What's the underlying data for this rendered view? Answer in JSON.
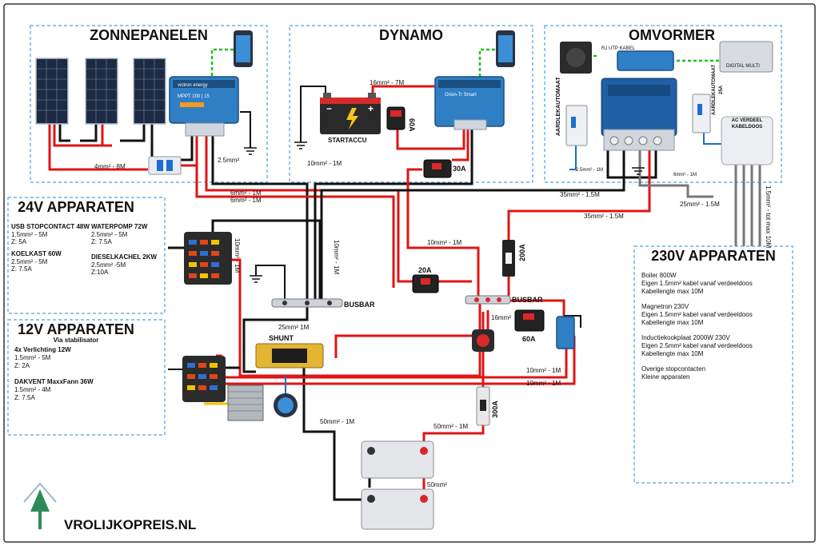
{
  "brand": {
    "name": "VROLIJKOPREIS.NL"
  },
  "sections": {
    "solar": "ZONNEPANELEN",
    "dynamo": "DYNAMO",
    "inverter": "OMVORMER",
    "v24": "24V APPARATEN",
    "v12": "12V APPARATEN",
    "v12_sub": "Via stabilisator",
    "v230": "230V APPARATEN"
  },
  "devices": {
    "startaccu": "STARTACCU",
    "busbar_left": "BUSBAR",
    "busbar_right": "BUSBAR",
    "shunt": "SHUNT",
    "rj_cable": "RJ UTP KABEL",
    "digital_multi": "DIGITAL MULTI",
    "ac_box_1": "AC VERDEEL",
    "ac_box_2": "KABELDOOS",
    "aardlek_left": "AARDLEKAUTOMAAT",
    "aardlek_right": "AARDLEKAUTOMAAT",
    "aardlek_right_amp": "25A",
    "mppt_brand": "victron energy",
    "mppt_name": "MPPT 100 | 15",
    "orion_name": "Orion-Tr Smart"
  },
  "fuses": {
    "f60_top": "60A",
    "f30": "30A",
    "f20": "20A",
    "f200": "200A",
    "f60_right": "60A",
    "f300": "300A"
  },
  "cables": {
    "c1": "4mm² - 8M",
    "c2": "2.5mm²",
    "c3": "16mm² - 7M",
    "c4": "10mm² - 1M",
    "c5": "6mm² - 1M",
    "c6": "6mm² - 1M",
    "c7": "35mm² - 1.5M",
    "c8": "35mm² - 1.5M",
    "c9": "25mm² - 1.5M",
    "c10": "10mm² - 1M",
    "c11": "10mm² - 1M",
    "c12": "10mm² - 1M",
    "c13": "25mm² 1M",
    "c14": "16mm²",
    "c15": "10mm² - 1M",
    "c16": "10mm² - 1M",
    "c17": "50mm² - 1M",
    "c18": "50mm² - 1M",
    "c19": "50mm²",
    "c20": "2.5mm² - 1M",
    "c21": "6mm² - 1M",
    "c22": "1.5mm² - tot max 10M"
  },
  "list_24v": [
    {
      "name": "USB STOPCONTACT 48W",
      "l1": "1.5mm² - 5M",
      "l2": "Z: 5A"
    },
    {
      "name": "WATERPOMP 72W",
      "l1": "2.5mm² - 5M",
      "l2": "Z: 7.5A"
    },
    {
      "name": "KOELKAST 60W",
      "l1": "2.5mm² - 5M",
      "l2": "Z: 7.5A"
    },
    {
      "name": "DIESELKACHEL 2KW",
      "l1": "2.5mm² -5M",
      "l2": "Z:10A"
    }
  ],
  "list_12v": [
    {
      "name": "4x Verlichting 12W",
      "l1": "1.5mm² - 5M",
      "l2": "Z: 2A"
    },
    {
      "name": "DAKVENT MaxxFann 36W",
      "l1": "1.5mm² - 4M",
      "l2": "Z: 7.5A"
    }
  ],
  "list_230v": [
    {
      "name": "Boiler 800W",
      "l1": "Eigen 1.5mm² kabel vanaf verdeeldoos",
      "l2": "Kabellengte max 10M"
    },
    {
      "name": "Magnetron 230V",
      "l1": "Eigen 1.5mm² kabel vanaf verdeeldoos",
      "l2": "Kabellengte max 10M"
    },
    {
      "name": "Inductiekookplaat 2000W 230V",
      "l1": "Eigen 2.5mm² kabel vanaf verdeeldoos",
      "l2": "Kabellengte max 10M"
    },
    {
      "name": "Overige stopcontacten",
      "l1": "Kleine apparaten",
      "l2": ""
    }
  ],
  "colors": {
    "positive": "#e01414",
    "negative": "#111111",
    "data": "#22c01a",
    "frame": "#4aa3df",
    "victron": "#2f7fc4"
  }
}
